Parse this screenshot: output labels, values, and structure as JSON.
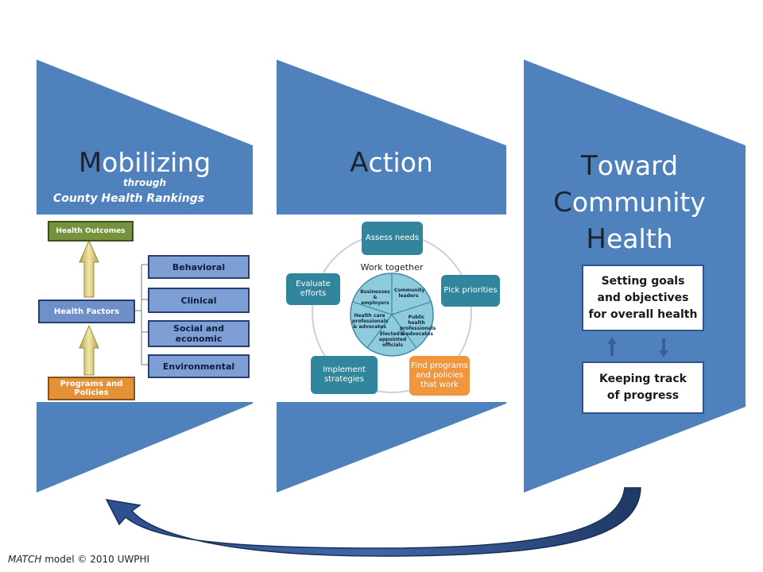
{
  "panels": {
    "mobilizing": {
      "first_letter": "M",
      "rest": "obilizing",
      "through": "through",
      "subtitle": "County Health Rankings",
      "model": {
        "health_outcomes": "Health Outcomes",
        "health_factors": "Health Factors",
        "programs": "Programs and Policies",
        "factors": [
          "Behavioral",
          "Clinical",
          "Social and economic",
          "Environmental"
        ]
      }
    },
    "action": {
      "first_letter": "A",
      "rest": "ction",
      "cycle": {
        "center_label": "Work together",
        "steps": [
          "Assess needs",
          "Pick priorities",
          "Find programs and policies that work",
          "Implement strategies",
          "Evaluate efforts"
        ],
        "partners": [
          "Businesses & employers",
          "Community leaders",
          "Public health professionals & advocates",
          "Elected & appointed officials",
          "Health care professionals & advocates"
        ]
      }
    },
    "toward": {
      "lines": [
        {
          "first_letter": "T",
          "rest": "oward"
        },
        {
          "first_letter": "C",
          "rest": "ommunity"
        },
        {
          "first_letter": "H",
          "rest": "ealth"
        }
      ],
      "box_goals": "Setting goals and objectives for overall health",
      "box_progress": "Keeping track of progress"
    }
  },
  "footer": {
    "italic": "MATCH",
    "rest": " model © 2010 UWPHI"
  },
  "colors": {
    "panel": "#4f81bd",
    "outcomes": "#76923c",
    "programs": "#e3923a",
    "teal": "#31859c",
    "orange": "#f0963c",
    "arrow": "#1f3864"
  }
}
